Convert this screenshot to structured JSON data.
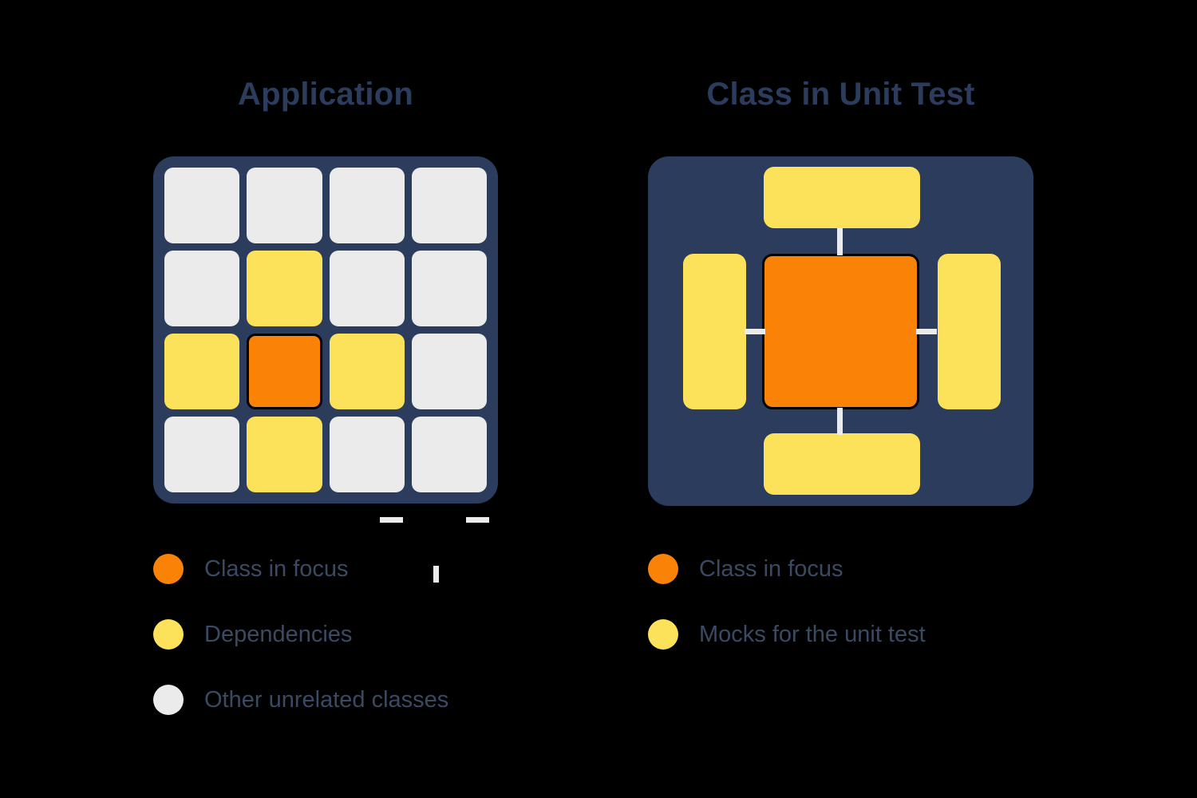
{
  "colors": {
    "background": "#000000",
    "board": "#2b3c5c",
    "focus": "#f98207",
    "dependency": "#fce25a",
    "other": "#ebebeb",
    "connector": "#ebebeb",
    "title_text": "#2b3c5c",
    "legend_text": "#3b4a63",
    "focus_border": "#000000"
  },
  "panels": [
    {
      "id": "application",
      "title": "Application",
      "grid": {
        "rows": 4,
        "cols": 4,
        "cells": [
          [
            "other",
            "other",
            "other",
            "other"
          ],
          [
            "other",
            "dep",
            "other",
            "other"
          ],
          [
            "dep",
            "focus",
            "dep",
            "other"
          ],
          [
            "other",
            "dep",
            "other",
            "other"
          ]
        ]
      },
      "connectors": [
        "up",
        "down",
        "left",
        "right"
      ],
      "legend": [
        {
          "swatch": "#f98207",
          "label": "Class in focus",
          "icon": "orange-circle-icon"
        },
        {
          "swatch": "#fce25a",
          "label": "Dependencies",
          "icon": "yellow-circle-icon"
        },
        {
          "swatch": "#ebebeb",
          "label": "Other unrelated classes",
          "icon": "gray-circle-icon"
        }
      ]
    },
    {
      "id": "class-in-unit-test",
      "title": "Class in Unit Test",
      "hub": {
        "kind": "focus",
        "label": ""
      },
      "mocks": [
        {
          "position": "top",
          "kind": "mock"
        },
        {
          "position": "right",
          "kind": "mock"
        },
        {
          "position": "bottom",
          "kind": "mock"
        },
        {
          "position": "left",
          "kind": "mock"
        }
      ],
      "connectors": [
        "up",
        "down",
        "left",
        "right"
      ],
      "legend": [
        {
          "swatch": "#f98207",
          "label": "Class in focus",
          "icon": "orange-circle-icon"
        },
        {
          "swatch": "#fce25a",
          "label": "Mocks for the unit test",
          "icon": "yellow-circle-icon"
        }
      ]
    }
  ]
}
